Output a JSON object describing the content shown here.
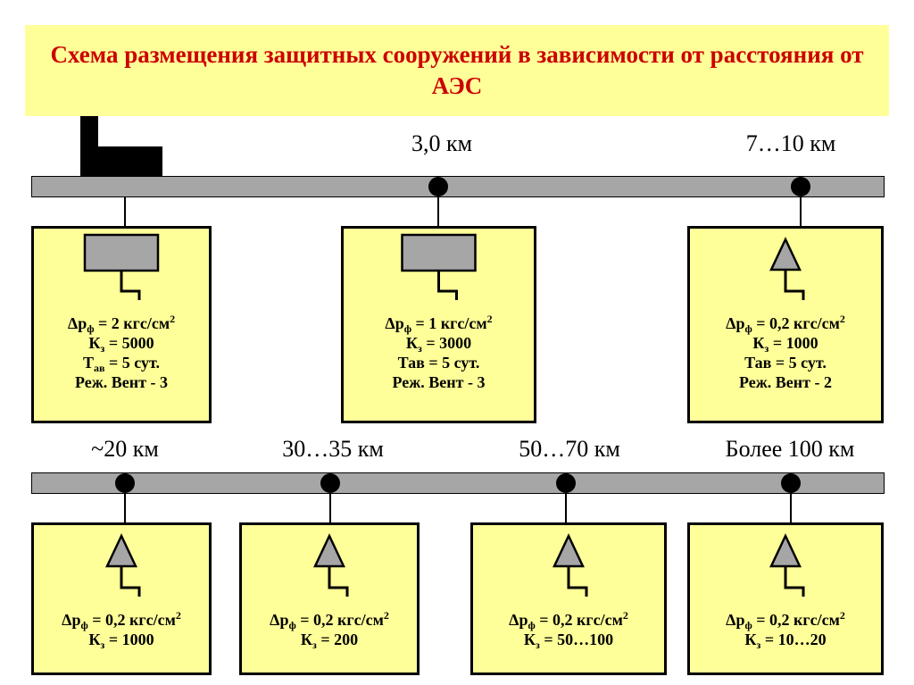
{
  "title": "Схема размещения защитных сооружений в зависимости от расстояния от АЭС",
  "colors": {
    "panel": "#ffff99",
    "title": "#cc0000",
    "bar": "#a6a6a6"
  },
  "top_row": {
    "distances": [
      "3,0 км",
      "7…10 км"
    ],
    "boxes": [
      {
        "icon": "shelter-rect-icon",
        "lines": [
          [
            "Δр",
            "ф",
            " = 2 кгс/см",
            "2"
          ],
          [
            "К",
            "з",
            " = 5000",
            ""
          ],
          [
            "Т",
            "ав",
            " = 5 сут.",
            ""
          ],
          [
            "Реж. Вент - 3",
            "",
            "",
            ""
          ]
        ]
      },
      {
        "icon": "shelter-rect-icon",
        "lines": [
          [
            "Δр",
            "ф",
            " = 1 кгс/см",
            "2"
          ],
          [
            "К",
            "з",
            " = 3000",
            ""
          ],
          [
            "Тав = 5 сут.",
            "",
            "",
            ""
          ],
          [
            "Реж. Вент - 3",
            "",
            "",
            ""
          ]
        ]
      },
      {
        "icon": "shelter-triangle-icon",
        "lines": [
          [
            "Δр",
            "ф",
            " = 0,2 кгс/см",
            "2"
          ],
          [
            "К",
            "з",
            " = 1000",
            ""
          ],
          [
            "Тав = 5 сут.",
            "",
            "",
            ""
          ],
          [
            "Реж. Вент - 2",
            "",
            "",
            ""
          ]
        ]
      }
    ]
  },
  "bottom_row": {
    "distances": [
      "~20 км",
      "30…35 км",
      "50…70 км",
      "Более 100 км"
    ],
    "boxes": [
      {
        "icon": "shelter-triangle-icon",
        "lines": [
          [
            "Δр",
            "ф",
            " = 0,2 кгс/см",
            "2"
          ],
          [
            "К",
            "з",
            " = 1000",
            ""
          ]
        ]
      },
      {
        "icon": "shelter-triangle-icon",
        "lines": [
          [
            "Δр",
            "ф",
            " = 0,2 кгс/см",
            "2"
          ],
          [
            "К",
            "з",
            " = 200",
            ""
          ]
        ]
      },
      {
        "icon": "shelter-triangle-icon",
        "lines": [
          [
            "Δр",
            "ф",
            " = 0,2 кгс/см",
            "2"
          ],
          [
            "К",
            "з",
            " = 50…100",
            ""
          ]
        ]
      },
      {
        "icon": "shelter-triangle-icon",
        "lines": [
          [
            "Δр",
            "ф",
            " = 0,2 кгс/см",
            "2"
          ],
          [
            "К",
            "з",
            " = 10…20",
            ""
          ]
        ]
      }
    ]
  }
}
